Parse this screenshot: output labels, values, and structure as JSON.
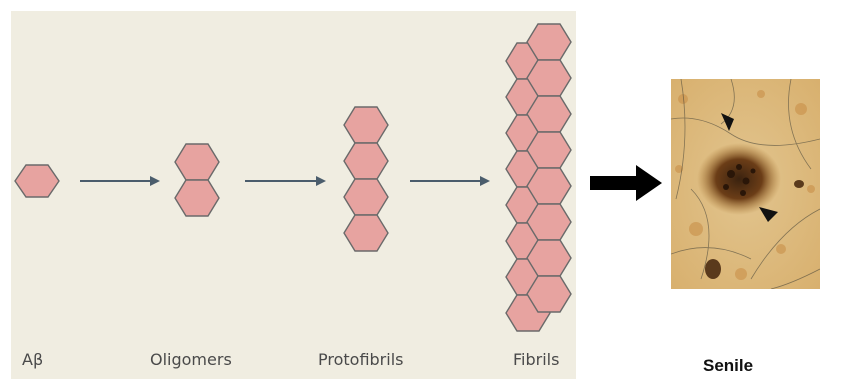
{
  "labels": {
    "abeta": "Aβ",
    "oligomers": "Oligomers",
    "protofibrils": "Protofibrils",
    "fibrils": "Fibrils"
  },
  "caption": "Senile",
  "colors": {
    "panel_background": "#f0ede1",
    "hexagon_fill": "#e7a3a0",
    "hexagon_stroke": "#6a6a6a",
    "step_arrow": "#4b5d6c",
    "big_arrow": "#000000"
  },
  "icons": {
    "monomer": "hexagon",
    "big_arrow": "right-arrow",
    "plaque_markers": "arrowhead"
  }
}
